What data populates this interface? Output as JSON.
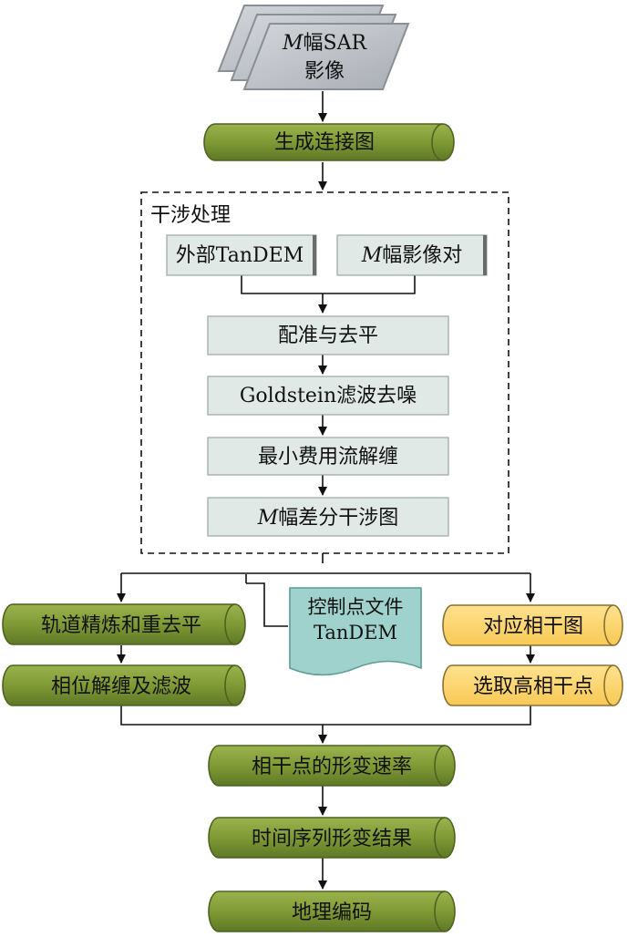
{
  "input": {
    "italic_prefix": "M",
    "line1_rest": "幅SAR",
    "line2": "影像"
  },
  "steps": {
    "connection_graph": "生成连接图",
    "interference_title": "干涉处理",
    "external_dem": "外部TanDEM",
    "pair_prefix": "M",
    "pair_rest": "幅影像对",
    "registration": "配准与去平",
    "goldstein": "Goldstein滤波去噪",
    "unwrap": "最小费用流解缠",
    "diff_prefix": "M",
    "diff_rest": "幅差分干涉图",
    "orbit_refine": "轨道精炼和重去平",
    "control_line1": "控制点文件",
    "control_line2": "TanDEM",
    "coherence_map": "对应相干图",
    "select_points": "选取高相干点",
    "phase_unwrap": "相位解缠及滤波",
    "deform_rate": "相干点的形变速率",
    "timeseries": "时间序列形变结果",
    "geocode": "地理编码"
  },
  "colors": {
    "green_fill": "#7f9a35",
    "green_dark": "#4d6220",
    "yellow_fill": "#ffd66b",
    "gray_box": "#e1e9e7",
    "teal_doc": "#9fd2cd",
    "input_gray": "#b8bcc2"
  }
}
